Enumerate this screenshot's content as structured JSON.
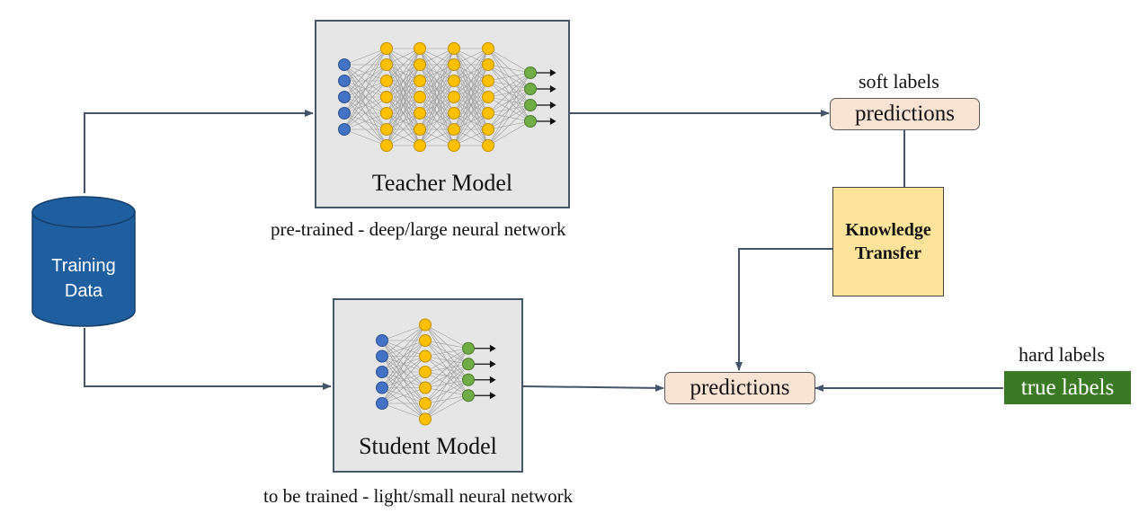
{
  "training_data": {
    "line1": "Training",
    "line2": "Data"
  },
  "teacher": {
    "title": "Teacher Model",
    "caption": "pre-trained - deep/large neural network"
  },
  "student": {
    "title": "Student Model",
    "caption": "to be trained - light/small neural network"
  },
  "soft_labels": "soft labels",
  "teacher_predictions": "predictions",
  "knowledge_transfer": {
    "line1": "Knowledge",
    "line2": "Transfer"
  },
  "student_predictions": "predictions",
  "hard_labels": "hard labels",
  "true_labels": "true labels",
  "colors": {
    "cylinder": "#1f5fa0",
    "input_node": "#4472c4",
    "hidden_node": "#ffc000",
    "output_node": "#70ad47",
    "predictions_fill": "#fbe3d4",
    "knowledge_fill": "#fde49a",
    "true_labels_fill": "#3a7a24",
    "arrow": "#44546a"
  }
}
